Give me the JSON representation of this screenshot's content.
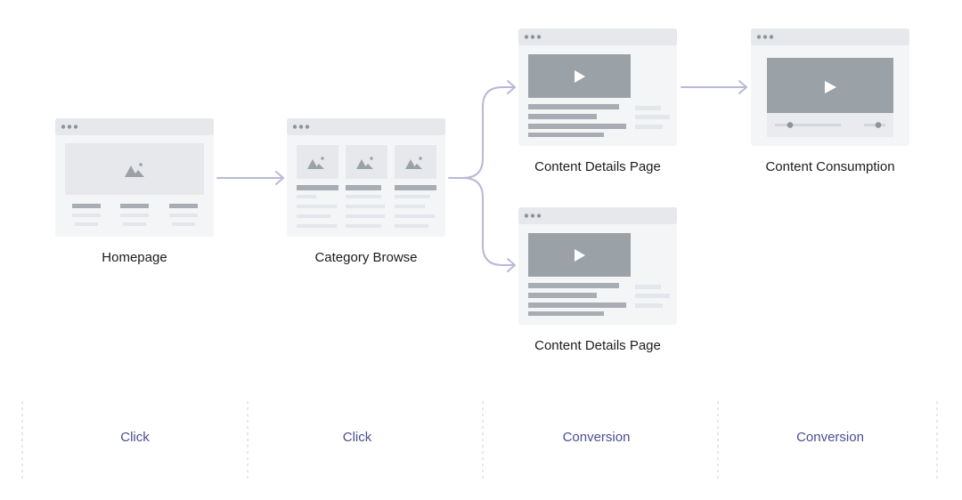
{
  "nodes": {
    "homepage": "Homepage",
    "category_browse": "Category Browse",
    "content_details_top": "Content Details Page",
    "content_details_bottom": "Content Details Page",
    "content_consumption": "Content Consumption"
  },
  "steps": [
    "Click",
    "Click",
    "Conversion",
    "Conversion"
  ],
  "colors": {
    "frame": "#f4f5f7",
    "titlebar": "#e6e8ec",
    "dot": "#8d949b",
    "media": "#9aa2a8",
    "bar_dark": "#a7adb3",
    "bar_light": "#e3e6ea",
    "arrow": "#b8b9d6",
    "divider": "#cfcfcf",
    "step_text": "#4a4f8f"
  },
  "icons": {
    "page_image": "mountain-image-icon",
    "video": "play-icon",
    "window_controls": "three-dots-icon",
    "connector": "arrow-right-icon"
  }
}
